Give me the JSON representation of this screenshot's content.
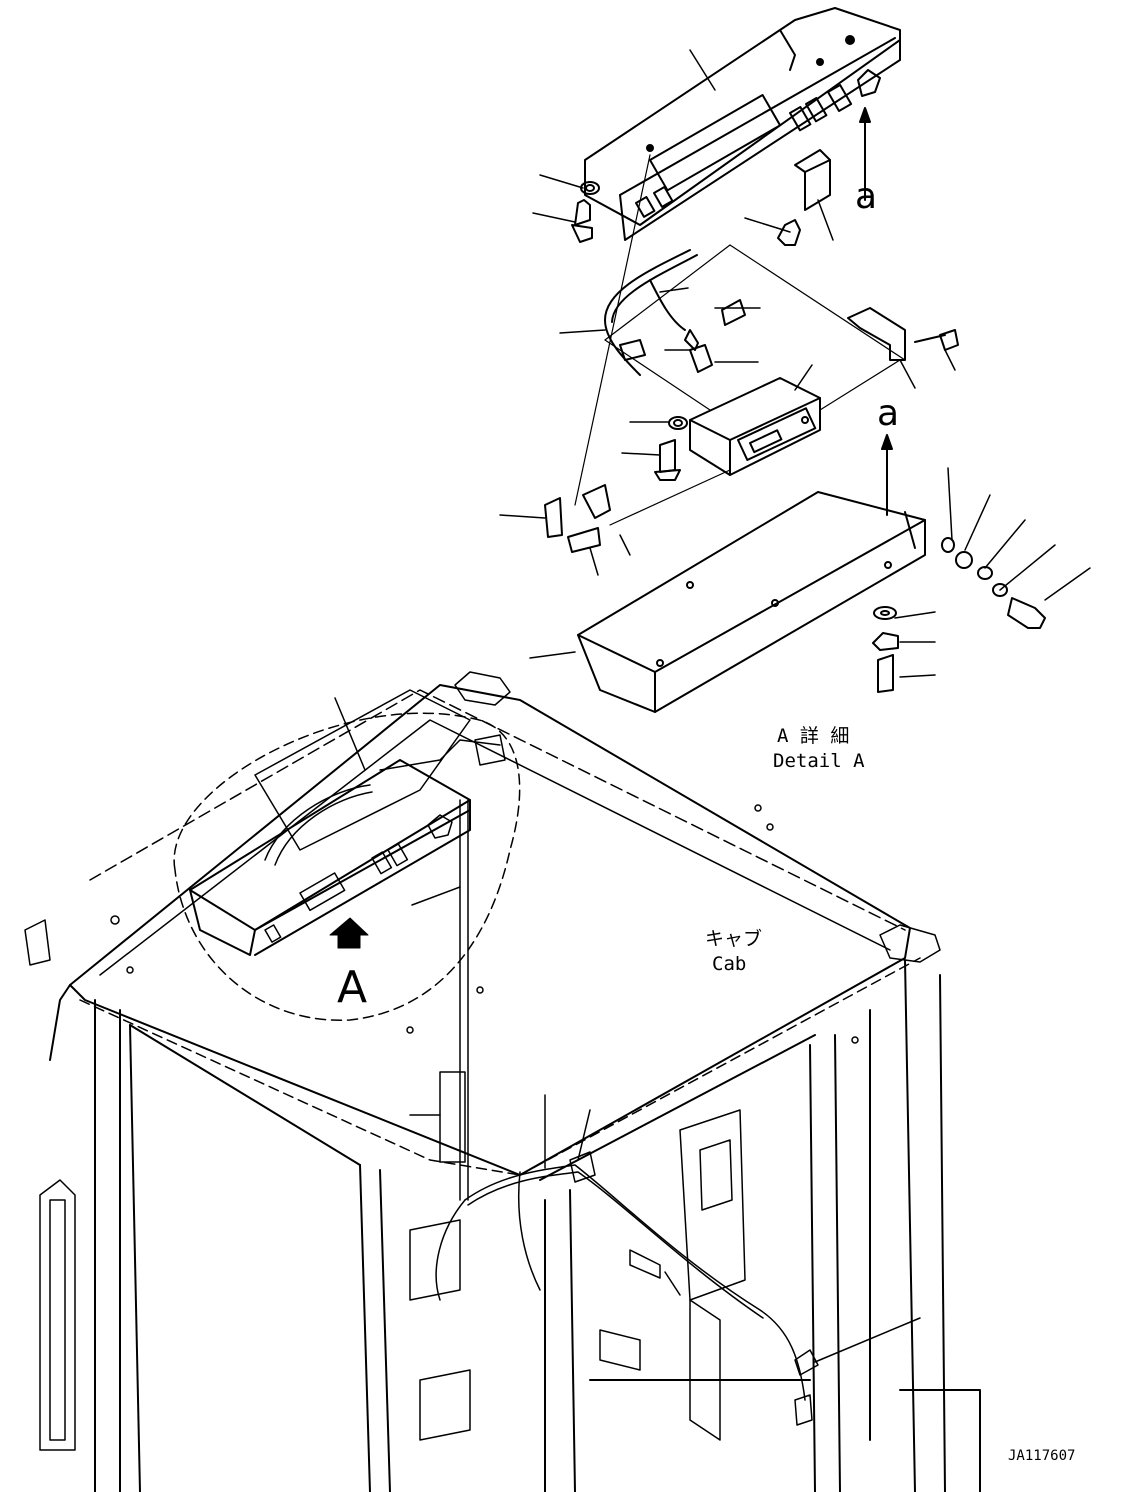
{
  "detail": {
    "title_jp": "A 詳 細",
    "title_en": "Detail A"
  },
  "cab": {
    "label_jp": "キャブ",
    "label_en": "Cab"
  },
  "view_arrow": {
    "label": "A"
  },
  "direction_arrows": [
    {
      "label": "a"
    },
    {
      "label": "a"
    }
  ],
  "drawing_id": "JA117607"
}
